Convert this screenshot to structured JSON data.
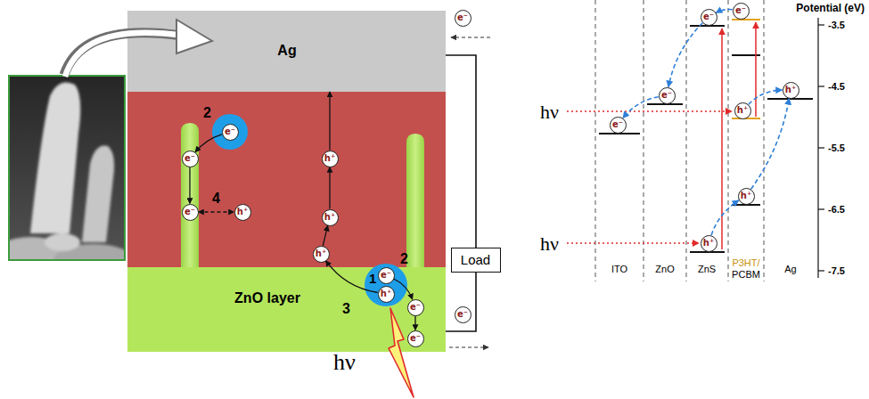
{
  "diagram": {
    "nodes": [
      {
        "text": [
          "Ag"
        ]
      },
      {
        "text": [
          "e⁻"
        ]
      },
      {
        "text": [
          "e⁻"
        ]
      },
      {
        "text": [
          "e⁻"
        ]
      },
      {
        "text": [
          "h⁺"
        ]
      },
      {
        "text": [
          "e⁻"
        ]
      },
      {
        "text": [
          "h⁺"
        ]
      },
      {
        "text": [
          "h⁺"
        ]
      },
      {
        "text": [
          "Load"
        ]
      },
      {
        "text": [
          "h⁺"
        ]
      },
      {
        "text": [
          "ZnO layer"
        ]
      },
      {
        "text": [
          "e⁻"
        ]
      },
      {
        "text": [
          "h⁺"
        ]
      },
      {
        "text": [
          "e⁻"
        ],
        "in": 10
      },
      {
        "text": [
          "e⁻"
        ]
      },
      {
        "text": [
          "e⁻"
        ],
        "in": 10
      },
      {
        "text": [
          "e⁻"
        ]
      },
      {
        "text": [
          "e⁻"
        ]
      },
      {
        "text": [
          "e⁻"
        ]
      },
      {
        "text": [
          "h⁺"
        ]
      },
      {
        "text": [
          "h⁺"
        ]
      },
      {
        "text": [
          "e⁻"
        ]
      },
      {
        "text": [
          "h⁺"
        ]
      },
      {
        "text": [
          "h⁺"
        ]
      }
    ],
    "edges": [
      {
        "from": 0,
        "to": 8,
        "arrow": "none"
      },
      {
        "from": 8,
        "to": 10,
        "arrow": "none"
      },
      {
        "from": 2,
        "to": 3,
        "arrow": "to"
      },
      {
        "from": 3,
        "to": 5,
        "arrow": "to"
      },
      {
        "from": 5,
        "to": 6,
        "arrow": "both"
      },
      {
        "from": 12,
        "to": 9,
        "arrow": "to"
      },
      {
        "from": 9,
        "to": 7,
        "arrow": "to"
      },
      {
        "from": 7,
        "to": 4,
        "arrow": "to"
      },
      {
        "from": 4,
        "to": 0,
        "arrow": "to"
      },
      {
        "from": 11,
        "to": 13,
        "arrow": "to"
      },
      {
        "from": 13,
        "to": 15,
        "arrow": "to"
      },
      {
        "from": 16,
        "to": 17,
        "arrow": "to"
      },
      {
        "from": 17,
        "to": 18,
        "arrow": "to"
      },
      {
        "from": 18,
        "to": 21,
        "arrow": "to"
      },
      {
        "from": 20,
        "to": 19,
        "arrow": "to"
      },
      {
        "from": 23,
        "to": 22,
        "arrow": "to"
      },
      {
        "from": 22,
        "to": 19,
        "arrow": "to"
      }
    ],
    "labels": [
      "2",
      "4",
      "2",
      "1",
      "3",
      "hν",
      "hν",
      "hν",
      "Potential (eV)",
      "-3.5",
      "-4.5",
      "-5.5",
      "-6.5",
      "-7.5",
      "ITO",
      "ZnO",
      "ZnS",
      "P3HT/",
      "PCBM",
      "Ag"
    ]
  }
}
